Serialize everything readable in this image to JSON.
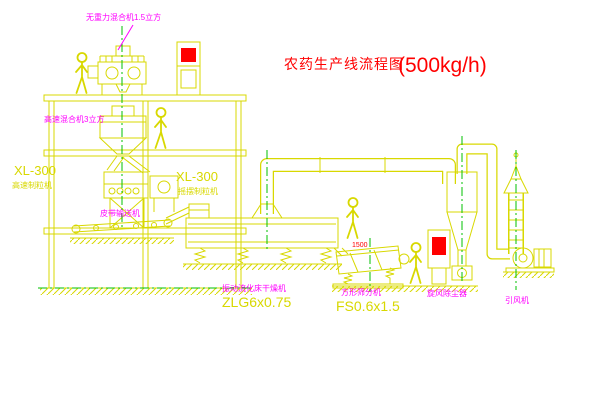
{
  "diagram": {
    "title": "农药生产线流程图",
    "capacity": "(500kg/h)",
    "labels": {
      "mixer_top": "无重力混合机1.5立方",
      "mixer_high_speed": "高速混合机3立方",
      "granulator_left": {
        "model": "XL-300",
        "name": "高速制粒机"
      },
      "granulator_right": {
        "model": "XL-300",
        "name": "摇摆制粒机"
      },
      "belt_conveyor": "皮带输送机",
      "fluid_bed_dryer": {
        "name": "振动流化床干燥机",
        "model": "ZLG6x0.75"
      },
      "square_sieve": {
        "name": "方形筛分机",
        "model": "FS0.6x1.5"
      },
      "cyclone": "旋风除尘器",
      "induced_draft_fan": "引风机",
      "dimension": "1500"
    },
    "colors": {
      "equipment": "#d8d800",
      "label": "#ff00ff",
      "title": "#ff0000",
      "centerline": "#00c000",
      "display": "#ff0000"
    }
  }
}
